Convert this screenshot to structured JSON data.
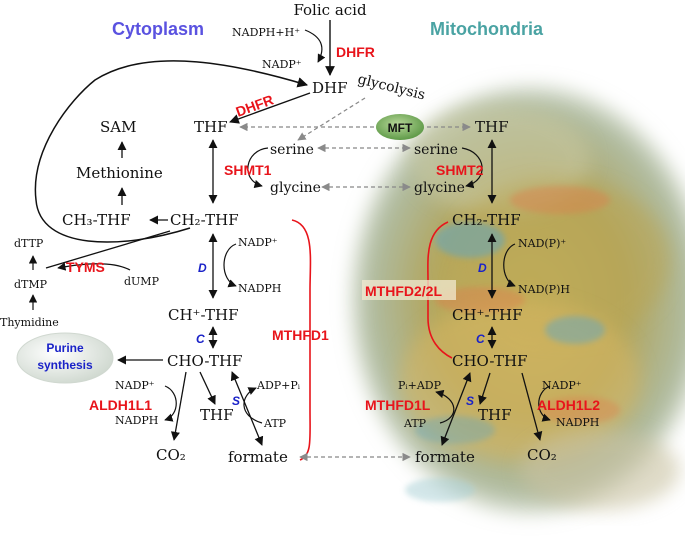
{
  "compartments": {
    "cytoplasm": "Cytoplasm",
    "mitochondria": "Mitochondria"
  },
  "colors": {
    "cytoplasm_title": "#5a52e0",
    "mitochondria_title": "#4aa3a3",
    "enzyme": "#e8141b",
    "step": "#1a22c8",
    "arrow": "#111111",
    "transport": "#888888",
    "loop": "#e8141b"
  },
  "metabolites": {
    "folic_acid": "Folic acid",
    "dhf": "DHF",
    "glycolysis": "glycolysis",
    "sam": "SAM",
    "methionine": "Methionine",
    "thf_cyto": "THF",
    "serine_cyto": "serine",
    "glycine_cyto": "glycine",
    "ch3_thf": "CH₃-THF",
    "ch2_thf_cyto": "CH₂-THF",
    "ch_thf_cyto": "CH⁺-THF",
    "cho_thf_cyto": "CHO-THF",
    "thf_cyto_lower": "THF",
    "co2_cyto": "CO₂",
    "formate_cyto": "formate",
    "dttp": "dTTP",
    "dtmp": "dTMP",
    "dump": "dUMP",
    "thymidine": "Thymidine",
    "thf_mito": "THF",
    "serine_mito": "serine",
    "glycine_mito": "glycine",
    "ch2_thf_mito": "CH₂-THF",
    "ch_thf_mito": "CH⁺-THF",
    "cho_thf_mito": "CHO-THF",
    "thf_mito_lower": "THF",
    "formate_mito": "formate",
    "co2_mito": "CO₂"
  },
  "cofactors": {
    "nadph_h": "NADPH+H⁺",
    "nadp_top": "NADP⁺",
    "nadp_d": "NADP⁺",
    "nadph_d": "NADPH",
    "adp_pi": "ADP+Pᵢ",
    "atp_cyto": "ATP",
    "nadp_aldh": "NADP⁺",
    "nadph_aldh": "NADPH",
    "nadp_plus_mito_d": "NAD(P)⁺",
    "nadph_mito_d": "NAD(P)H",
    "pi_adp": "Pᵢ+ADP",
    "atp_mito": "ATP",
    "nadp_aldh2": "NADP⁺",
    "nadph_aldh2": "NADPH"
  },
  "enzymes": {
    "dhfr_top": "DHFR",
    "dhfr_diag": "DHFR",
    "shmt1": "SHMT1",
    "tyms": "TYMS",
    "mthfd1": "MTHFD1",
    "aldh1l1": "ALDH1L1",
    "shmt2": "SHMT2",
    "mthfd2": "MTHFD2/2L",
    "mthfd1l": "MTHFD1L",
    "aldh1l2": "ALDH1L2"
  },
  "steps": {
    "d_cyto": "D",
    "c_cyto": "C",
    "s_cyto": "S",
    "d_mito": "D",
    "c_mito": "C",
    "s_mito": "S"
  },
  "mft": "MFT",
  "purine": {
    "line1": "Purine",
    "line2": "synthesis"
  }
}
